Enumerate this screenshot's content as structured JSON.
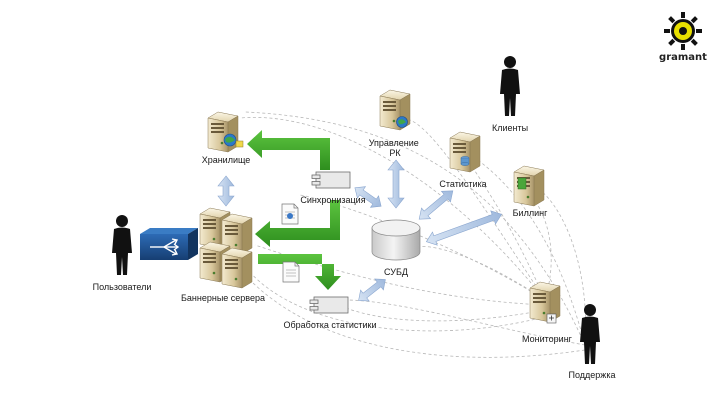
{
  "brand": {
    "name": "gramant",
    "color": "#e8e000"
  },
  "labels": {
    "storage": "Хранилище",
    "management": "Управление РК",
    "clients": "Клиенты",
    "statistics": "Статистика",
    "sync": "Синхронизация",
    "billing": "Биллинг",
    "dbms": "СУБД",
    "users": "Пользователи",
    "banner_servers": "Баннерные сервера",
    "stats_processing": "Обработка статистики",
    "monitoring": "Мониторинг",
    "support": "Поддержка"
  },
  "colors": {
    "flow_arrow": "#3fae2a",
    "link_arrow": "#b9cde8",
    "switch": "#1f4f8f",
    "server": "#d9c9a0"
  }
}
